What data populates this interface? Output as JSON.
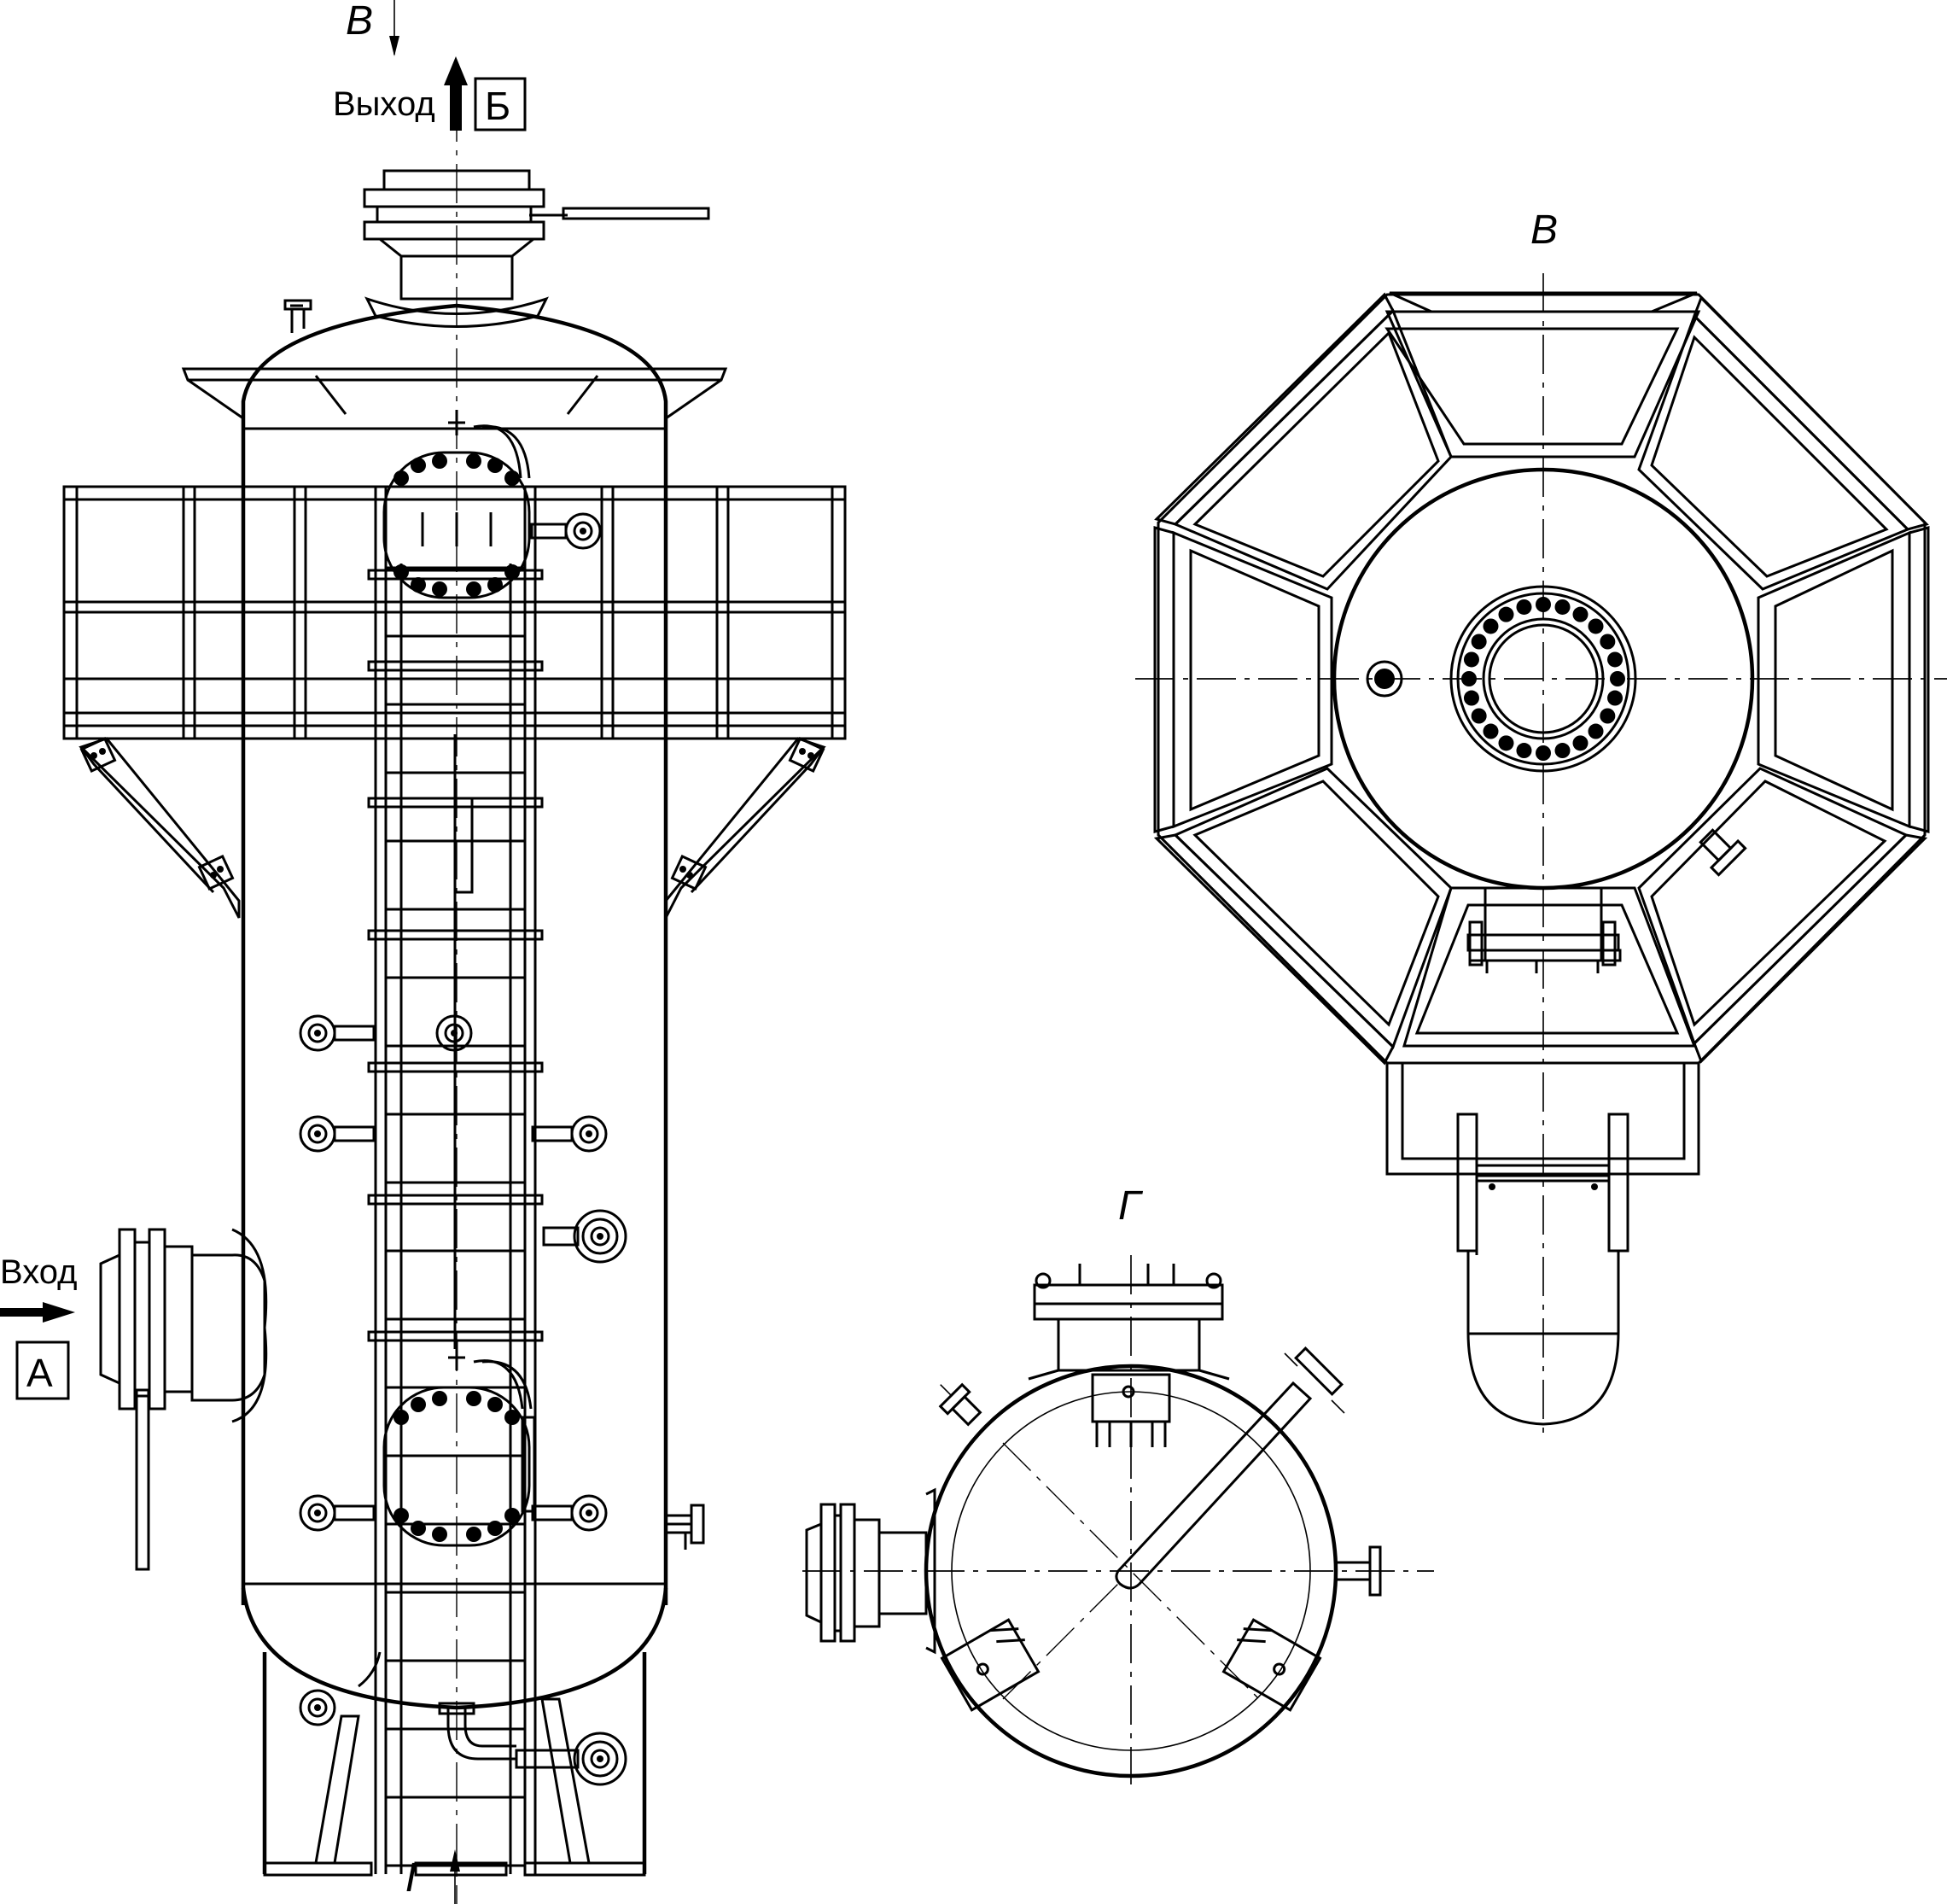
{
  "labels": {
    "view_v_marker": "В",
    "outlet_text": "Выход",
    "outlet_box": "Б",
    "view_v_title": "В",
    "view_g_title": "Г",
    "inlet_text": "Вход",
    "inlet_box": "А",
    "view_g_marker": "Г"
  }
}
